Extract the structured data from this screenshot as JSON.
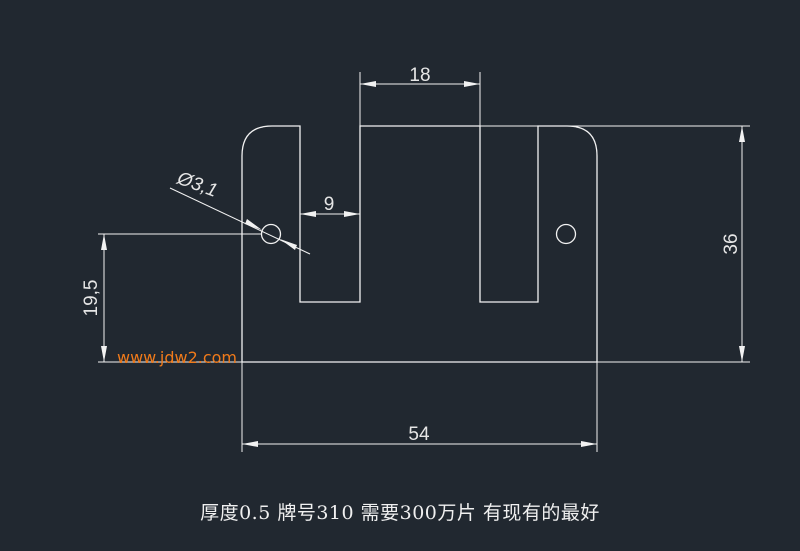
{
  "dimensions": {
    "top_width": "18",
    "slot_width": "9",
    "hole_diameter": "Ø3,1",
    "hole_height": "19,5",
    "total_height": "36",
    "total_width": "54"
  },
  "watermark": "www.jdw2.com",
  "caption": "厚度0.5  牌号310  需要300万片  有现有的最好",
  "colors": {
    "background": "#212830",
    "lines": "#f2f2f2",
    "watermark": "#f07a1a"
  }
}
